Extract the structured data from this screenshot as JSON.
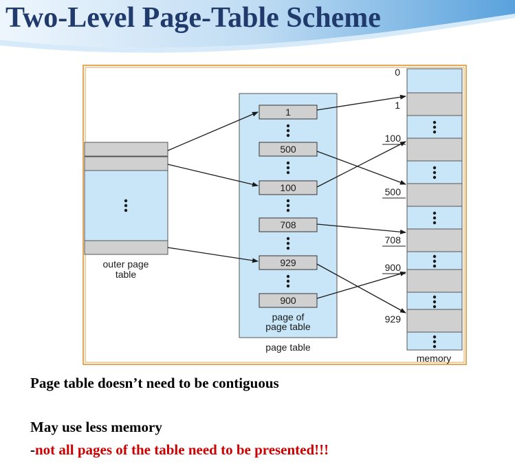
{
  "title": "Two-Level Page-Table Scheme",
  "diagram": {
    "outer_label_line1": "outer page",
    "outer_label_line2": "table",
    "page_table_label": "page table",
    "page_of_label_line1": "page of",
    "page_of_label_line2": "page table",
    "memory_label": "memory",
    "page_table_entries": [
      "1",
      "500",
      "100",
      "708",
      "929",
      "900"
    ],
    "memory_addresses": [
      "0",
      "1",
      "100",
      "500",
      "708",
      "900",
      "929"
    ],
    "colors": {
      "frame": "#d98c26",
      "panel": "#c8e6f8",
      "slot": "#d0d0d0",
      "title": "#1f3a6b",
      "accent": "#cc0000"
    }
  },
  "bullets": {
    "line1": "Page table doesn’t need to be contiguous",
    "line2": "May use less memory",
    "line3_dash": "-",
    "line3_text": "not all pages of the table need to be presented!!!"
  }
}
